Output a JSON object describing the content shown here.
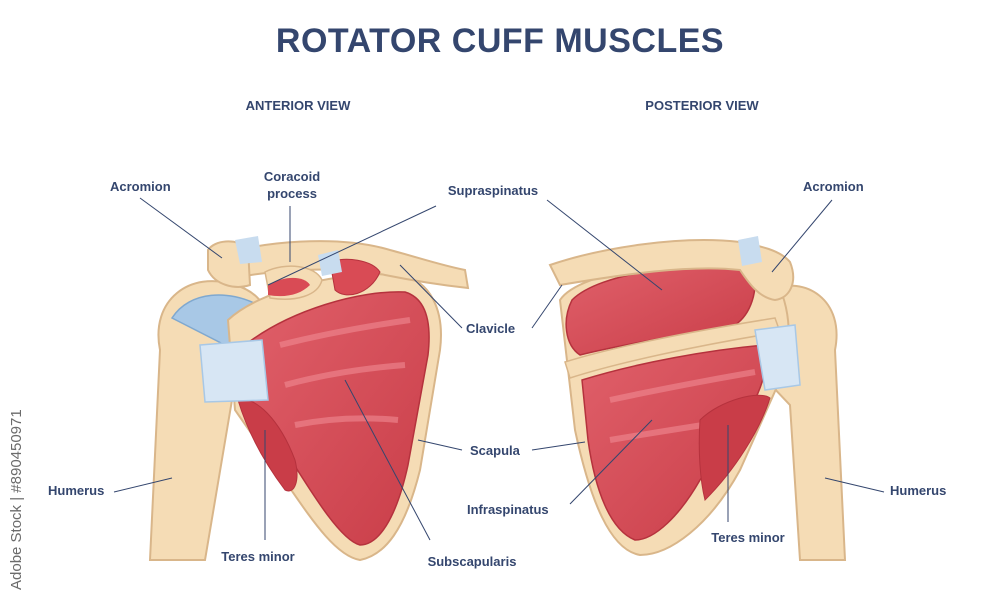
{
  "title": "ROTATOR CUFF MUSCLES",
  "views": {
    "anterior": "ANTERIOR VIEW",
    "posterior": "POSTERIOR VIEW"
  },
  "labels": {
    "anterior": {
      "acromion": "Acromion",
      "coracoid_1": "Coracoid",
      "coracoid_2": "process",
      "supraspinatus": "Supraspinatus",
      "clavicle": "Clavicle",
      "scapula": "Scapula",
      "humerus": "Humerus",
      "teres_minor": "Teres minor",
      "subscapularis": "Subscapularis"
    },
    "posterior": {
      "acromion": "Acromion",
      "humerus": "Humerus",
      "infraspinatus": "Infraspinatus",
      "teres_minor": "Teres minor"
    }
  },
  "watermark_side": "Adobe Stock | #890450971",
  "colors": {
    "title": "#34466e",
    "bone": "#f5dcb5",
    "bone_outline": "#d9b68a",
    "muscle": "#d94b55",
    "muscle_light": "#ea7c84",
    "tendon": "#c8dcef",
    "cartilage": "#a8c8e6"
  }
}
